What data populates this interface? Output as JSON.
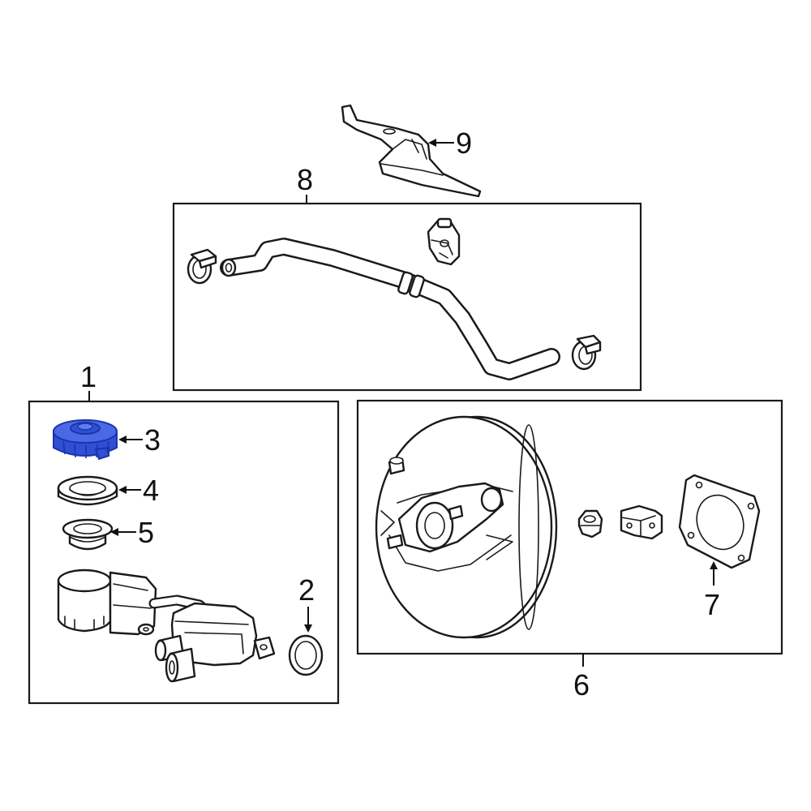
{
  "colors": {
    "line": "#1a1a1a",
    "highlight": "#2f4fd6",
    "highlight_dark": "#1c34a8",
    "background": "#ffffff"
  },
  "callouts": {
    "c1": "1",
    "c2": "2",
    "c3": "3",
    "c4": "4",
    "c5": "5",
    "c6": "6",
    "c7": "7",
    "c8": "8",
    "c9": "9"
  }
}
